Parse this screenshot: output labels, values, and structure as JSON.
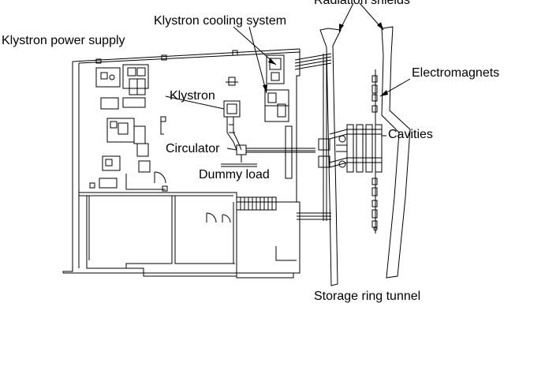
{
  "labels": {
    "radiation_shields": "Radiation shields",
    "klystron_power_supply": "Klystron power supply",
    "klystron_cooling_system": "Klystron cooling system",
    "klystron": "Klystron",
    "electromagnets": "Electromagnets",
    "cavities": "Cavities",
    "circulator": "Circulator",
    "dummy_load": "Dummy load",
    "storage_ring_tunnel": "Storage ring tunnel"
  },
  "colors": {
    "line": "#000000",
    "background": "#ffffff"
  }
}
